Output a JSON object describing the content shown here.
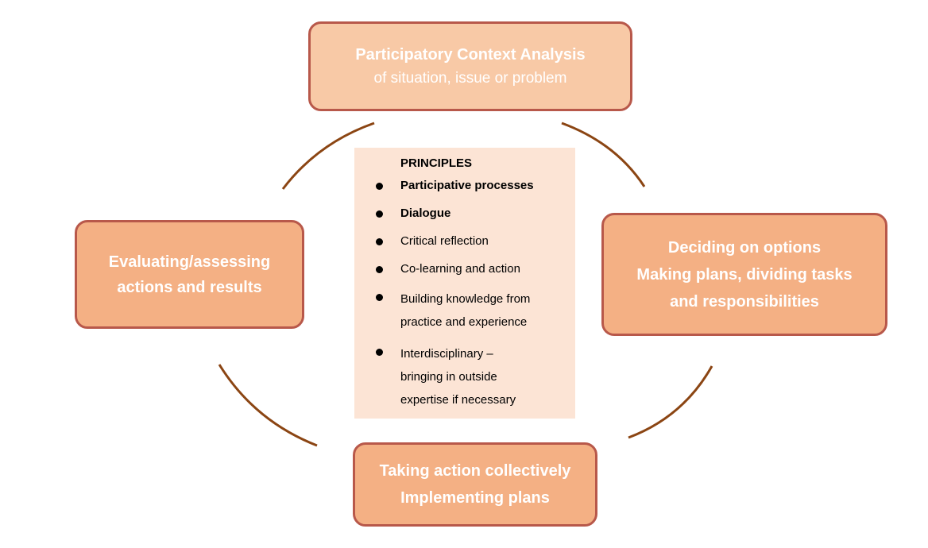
{
  "top_box": {
    "line1": "Participatory Context Analysis",
    "line2": "of situation, issue or problem"
  },
  "right_box": {
    "line1": "Deciding on options",
    "line2": "Making plans, dividing tasks",
    "line3": "and responsibilities"
  },
  "bottom_box": {
    "line1": "Taking action collectively",
    "line2": "Implementing plans"
  },
  "left_box": {
    "line1": "Evaluating/assessing",
    "line2": "actions and results"
  },
  "principles": {
    "heading": "PRINCIPLES",
    "items": [
      {
        "lines": [
          "Participative processes"
        ],
        "bold": true
      },
      {
        "lines": [
          "Dialogue"
        ],
        "bold": true
      },
      {
        "lines": [
          "Critical reflection"
        ],
        "bold": false
      },
      {
        "lines": [
          "Co-learning and action"
        ],
        "bold": false
      },
      {
        "lines": [
          "Building knowledge from",
          "practice and experience"
        ],
        "bold": false
      },
      {
        "lines": [
          "Interdisciplinary –",
          "bringing in outside",
          "expertise if necessary"
        ],
        "bold": false
      }
    ]
  },
  "colors": {
    "arc": "#8b4513",
    "box_fill": "#f4b084",
    "box_border": "#b8584a",
    "top_fill": "#f8c9a6",
    "principles_fill": "#fce4d5"
  }
}
